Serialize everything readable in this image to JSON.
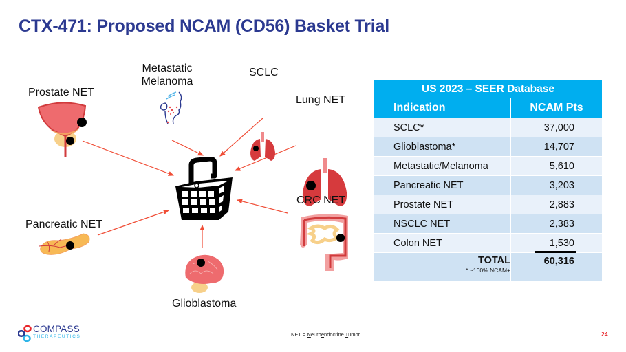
{
  "slide": {
    "title": "CTX-471: Proposed NCAM (CD56) Basket Trial",
    "page_number": "24"
  },
  "diagram": {
    "center_icon": "basket-icon",
    "indications": [
      {
        "label": "Prostate NET",
        "icon": "prostate-icon"
      },
      {
        "label": "Metastatic",
        "label2": "Melanoma",
        "icon": "face-skin-icon"
      },
      {
        "label": "SCLC",
        "icon": "lungs-small-icon"
      },
      {
        "label": "Lung NET",
        "icon": "lungs-icon"
      },
      {
        "label": "CRC NET",
        "icon": "colon-icon"
      },
      {
        "label": "Glioblastoma",
        "icon": "brain-icon"
      },
      {
        "label": "Pancreatic NET",
        "icon": "pancreas-icon"
      }
    ],
    "arrow_color": "#F04E37"
  },
  "table": {
    "title": "US 2023 – SEER Database",
    "columns": [
      "Indication",
      "NCAM Pts"
    ],
    "rows": [
      {
        "indication": "SCLC*",
        "value": "37,000"
      },
      {
        "indication": "Glioblastoma*",
        "value": "14,707"
      },
      {
        "indication": "Metastatic/Melanoma",
        "value": "5,610"
      },
      {
        "indication": "Pancreatic NET",
        "value": "3,203"
      },
      {
        "indication": "Prostate NET",
        "value": "2,883"
      },
      {
        "indication": "NSCLC NET",
        "value": "2,383"
      },
      {
        "indication": "Colon NET",
        "value": "1,530"
      }
    ],
    "total_label": "TOTAL",
    "total_value": "60,316",
    "footnote": "* ~100% NCAM+",
    "header_color": "#00AEEF"
  },
  "footer": {
    "note_prefix": "NET = ",
    "note_N": "N",
    "note_mid": "euro",
    "note_e": "e",
    "note_rest": "ndocrine ",
    "note_T": "T",
    "note_end": "umor",
    "logo_name": "COMPASS",
    "logo_sub": "THERAPEUTICS"
  },
  "colors": {
    "title": "#2B3990",
    "page_number": "#E8262B"
  }
}
